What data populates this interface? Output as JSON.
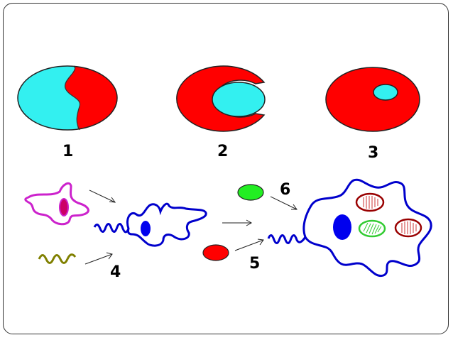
{
  "labels": {
    "n1": "1",
    "n2": "2",
    "n3": "3",
    "n4": "4",
    "n5": "5",
    "n6": "6"
  },
  "colors": {
    "red": "#ff0000",
    "cyan": "#33f0f0",
    "blue": "#0000cc",
    "purple": "#cc22cc",
    "magenta": "#cc0066",
    "olive": "#808000",
    "green": "#22ee22",
    "dark_red": "#990000"
  }
}
